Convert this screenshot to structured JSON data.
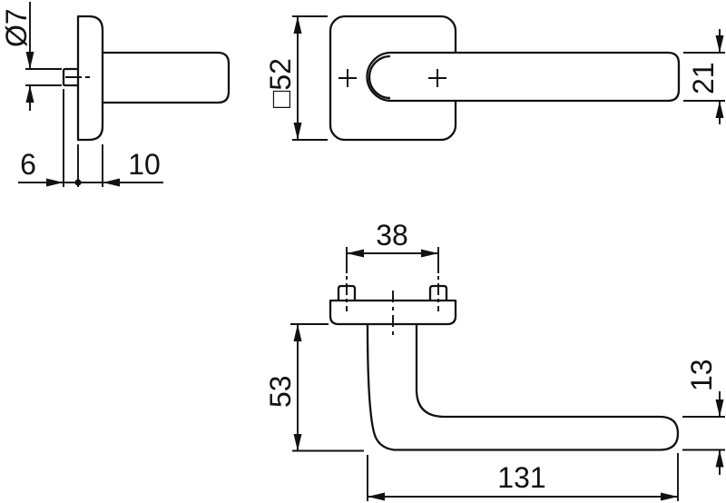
{
  "drawing": {
    "background_color": "#ffffff",
    "line_color": "#111111",
    "side_view": {
      "spindle_diameter": "Ø7",
      "spindle_protrusion": "6",
      "rose_depth": "10"
    },
    "front_view": {
      "rose_square_size": "□52",
      "grip_height": "21"
    },
    "top_view": {
      "fixing_centres": "38",
      "handle_projection": "53",
      "grip_thickness": "13",
      "grip_length": "131"
    }
  }
}
